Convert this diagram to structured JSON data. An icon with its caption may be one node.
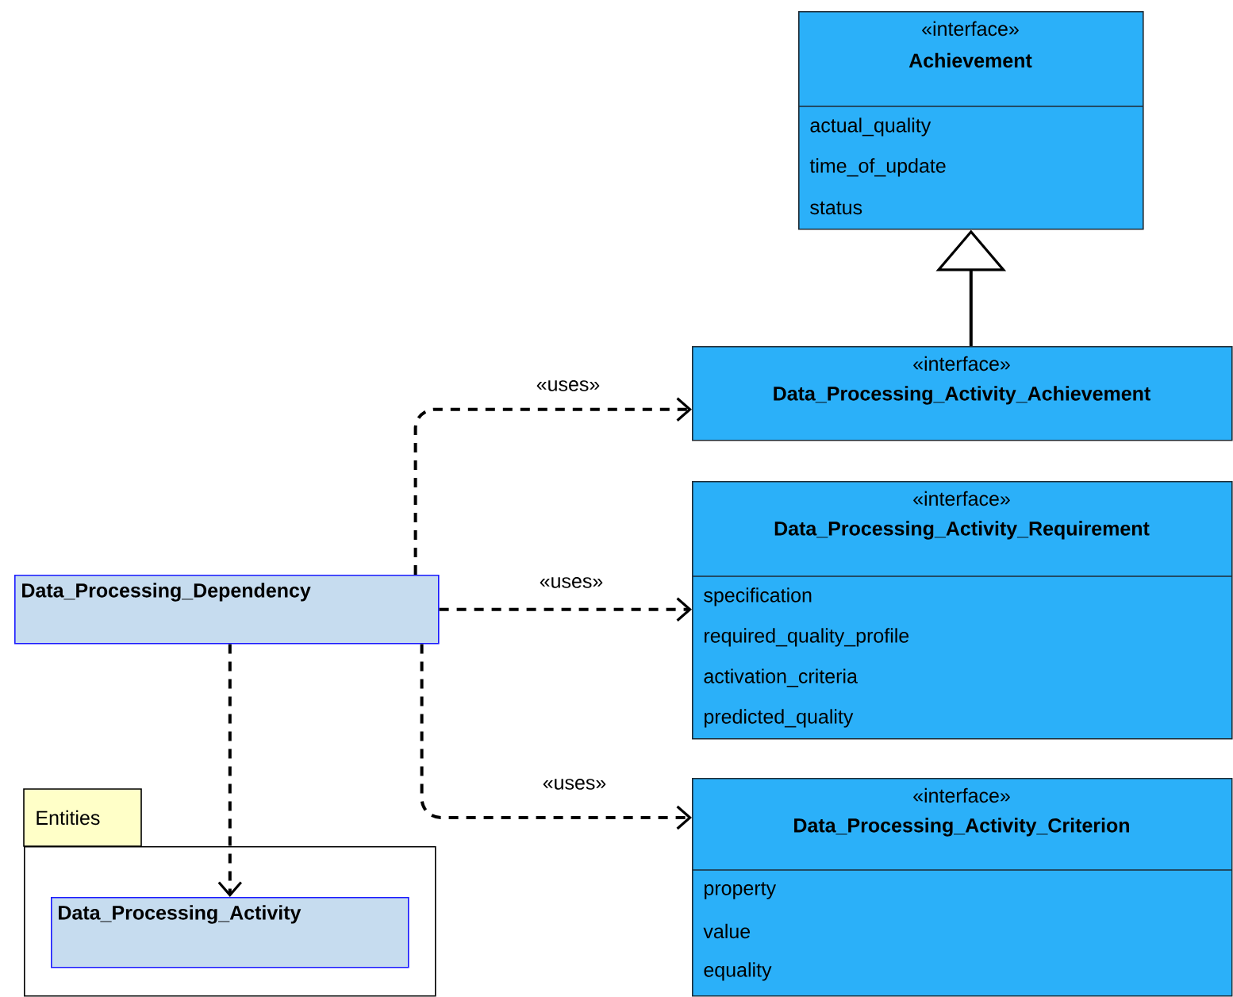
{
  "diagram": {
    "nodes": [
      {
        "text": [
          "«interface»",
          "Achievement",
          "actual_quality",
          "time_of_update",
          "status"
        ]
      },
      {
        "text": [
          "«interface»",
          "Data_Processing_Activity_Achievement"
        ]
      },
      {
        "text": [
          "«interface»",
          "Data_Processing_Activity_Requirement",
          "specification",
          "required_quality_profile",
          "activation_criteria",
          "predicted_quality"
        ]
      },
      {
        "text": [
          "«interface»",
          "Data_Processing_Activity_Criterion",
          "property",
          "value",
          "equality"
        ]
      },
      {
        "text": [
          "Data_Processing_Dependency"
        ]
      },
      {
        "text": [
          "Entities"
        ]
      },
      {
        "text": [
          "Data_Processing_Activity"
        ],
        "in": 5
      }
    ],
    "edges": [
      {
        "from": 1,
        "to": 0,
        "arrow": "to"
      },
      {
        "from": 4,
        "to": 1,
        "arrow": "to",
        "label": "«uses»",
        "style": "dashed"
      },
      {
        "from": 4,
        "to": 2,
        "arrow": "to",
        "label": "«uses»",
        "style": "dashed"
      },
      {
        "from": 4,
        "to": 3,
        "arrow": "to",
        "label": "«uses»",
        "style": "dashed"
      },
      {
        "from": 4,
        "to": 6,
        "arrow": "to",
        "style": "dashed"
      }
    ]
  }
}
